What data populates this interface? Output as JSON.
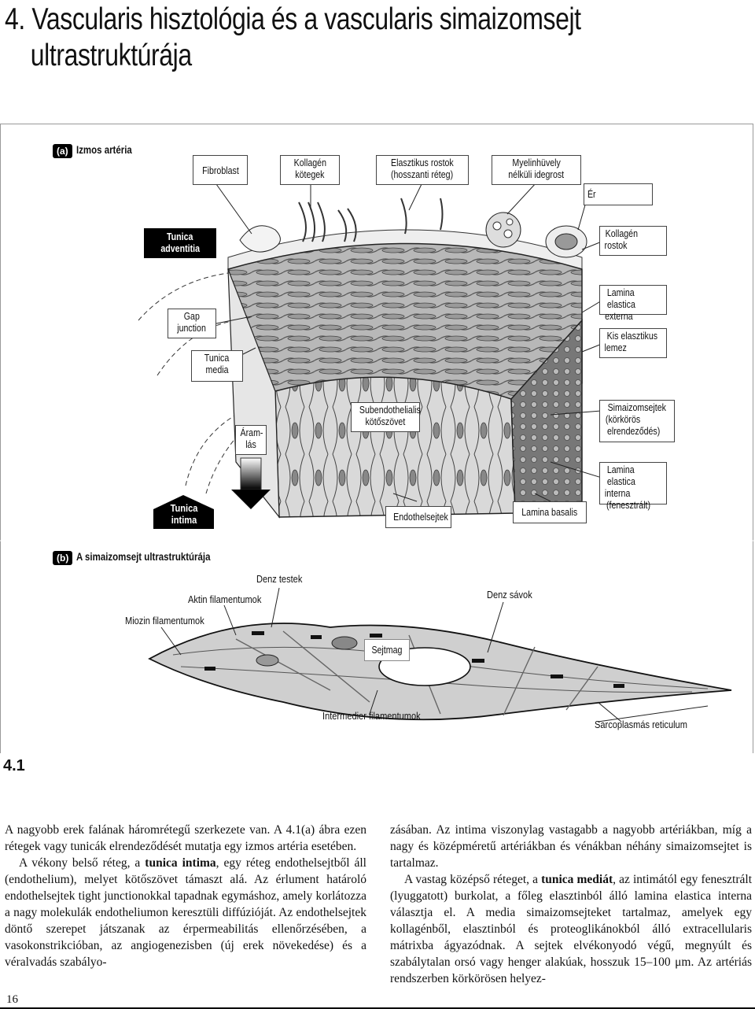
{
  "header": {
    "title_line1": "4. Vascularis hisztológia és a vascularis simaizomsejt",
    "title_line2": "ultrastruktúrája"
  },
  "figure": {
    "number": "4.1",
    "part_a": {
      "tag": "(a)",
      "heading": "Izmos artéria",
      "labels": {
        "fibroblast": "Fibroblast",
        "kollagen_kotegek_1": "Kollagén",
        "kollagen_kotegek_2": "kötegek",
        "elasztikus_1": "Elasztikus rostok",
        "elasztikus_2": "(hosszanti réteg)",
        "myelin_1": "Myelinhüvely",
        "myelin_2": "nélküli idegrost",
        "er": "Ér",
        "tunica_adventitia_1": "Tunica",
        "tunica_adventitia_2": "adventitia",
        "kollagen_rostok_1": "Kollagén",
        "kollagen_rostok_2": "rostok",
        "lamina_externa_1": "Lamina elastica",
        "lamina_externa_2": "externa",
        "gap_1": "Gap",
        "gap_2": "junction",
        "kis_elasztikus_1": "Kis elasztikus",
        "kis_elasztikus_2": "lemez",
        "tunica_media_1": "Tunica",
        "tunica_media_2": "media",
        "subendothelialis_1": "Subendothelialis",
        "subendothelialis_2": "kötőszövet",
        "simaizom_1": "Simaizomsejtek",
        "simaizom_2": "(körkörös",
        "simaizom_3": "elrendeződés)",
        "aramlas_1": "Áram-",
        "aramlas_2": "lás",
        "lamina_interna_1": "Lamina elastica",
        "lamina_interna_2": "interna",
        "lamina_interna_3": "(fenesztrált)",
        "tunica_intima_1": "Tunica",
        "tunica_intima_2": "intima",
        "endothelsejtek": "Endothelsejtek",
        "lamina_basalis": "Lamina basalis"
      }
    },
    "part_b": {
      "tag": "(b)",
      "heading": "A simaizomsejt ultrastruktúrája",
      "labels": {
        "denz_testek": "Denz testek",
        "aktin": "Aktin filamentumok",
        "denz_savok": "Denz sávok",
        "miozin": "Miozin filamentumok",
        "sejtmag": "Sejtmag",
        "intermedier": "Intermedier filamentumok",
        "sarcoplasmas": "Sarcoplasmás reticulum"
      }
    }
  },
  "body": {
    "left": {
      "p1": "A nagyobb erek falának háromrétegű szerkezete van. A 4.1(a) ábra ezen rétegek vagy tunicák elrendeződését mutatja egy izmos artéria esetében.",
      "p2_a": "A vékony belső réteg, a ",
      "p2_bold": "tunica intima",
      "p2_b": ", egy réteg endothelsejtből áll (endothelium), melyet kötőszövet támaszt alá. Az érlument határoló endothelsejtek tight junctionokkal tapadnak egymáshoz, amely korlátozza a nagy molekulák endotheliumon keresztüli diffúzióját. Az endothelsejtek döntő szerepet játszanak az érpermeabilitás ellenőrzésében, a vasokonstrikcióban, az angiogenezisben (új erek növekedése) és a véralvadás szabályo-"
    },
    "right": {
      "p1": "zásában. Az intima viszonylag vastagabb a nagyobb artériákban, míg a nagy és középméretű artériákban és vénákban néhány simaizomsejtet is tartalmaz.",
      "p2_a": "A vastag középső réteget, a ",
      "p2_bold": "tunica mediát",
      "p2_b": ", az intimától egy fenesztrált (lyuggatott) burkolat, a főleg elasztinból álló lamina elastica interna választja el. A media simaizomsejteket tartalmaz, amelyek egy kollagénből, elasztinból és proteoglikánokból álló extracellularis mátrixba ágyazódnak. A sejtek elvékonyodó végű, megnyúlt és szabálytalan orsó vagy henger alakúak, hosszuk 15–100 μm. Az artériás rendszerben körkörösen helyez-"
    }
  },
  "page_number": "16"
}
